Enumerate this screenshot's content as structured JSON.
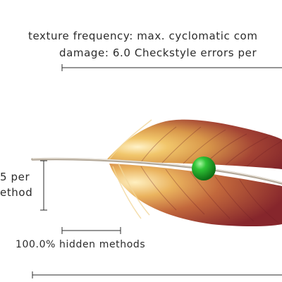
{
  "annotations": {
    "top_line_1": "texture frequency: max. cyclomatic com",
    "top_line_2": "damage: 6.0 Checkstyle errors per",
    "left_line_1": "5 per",
    "left_line_2": "ethod",
    "bottom_label": "100.0% hidden methods"
  },
  "colors": {
    "feather_dark": "#8b2a2e",
    "feather_mid": "#b5583a",
    "feather_light": "#e3b25a",
    "shaft": "#b3a899",
    "marker": "#22a82a",
    "ruler": "#2b2b2b"
  }
}
